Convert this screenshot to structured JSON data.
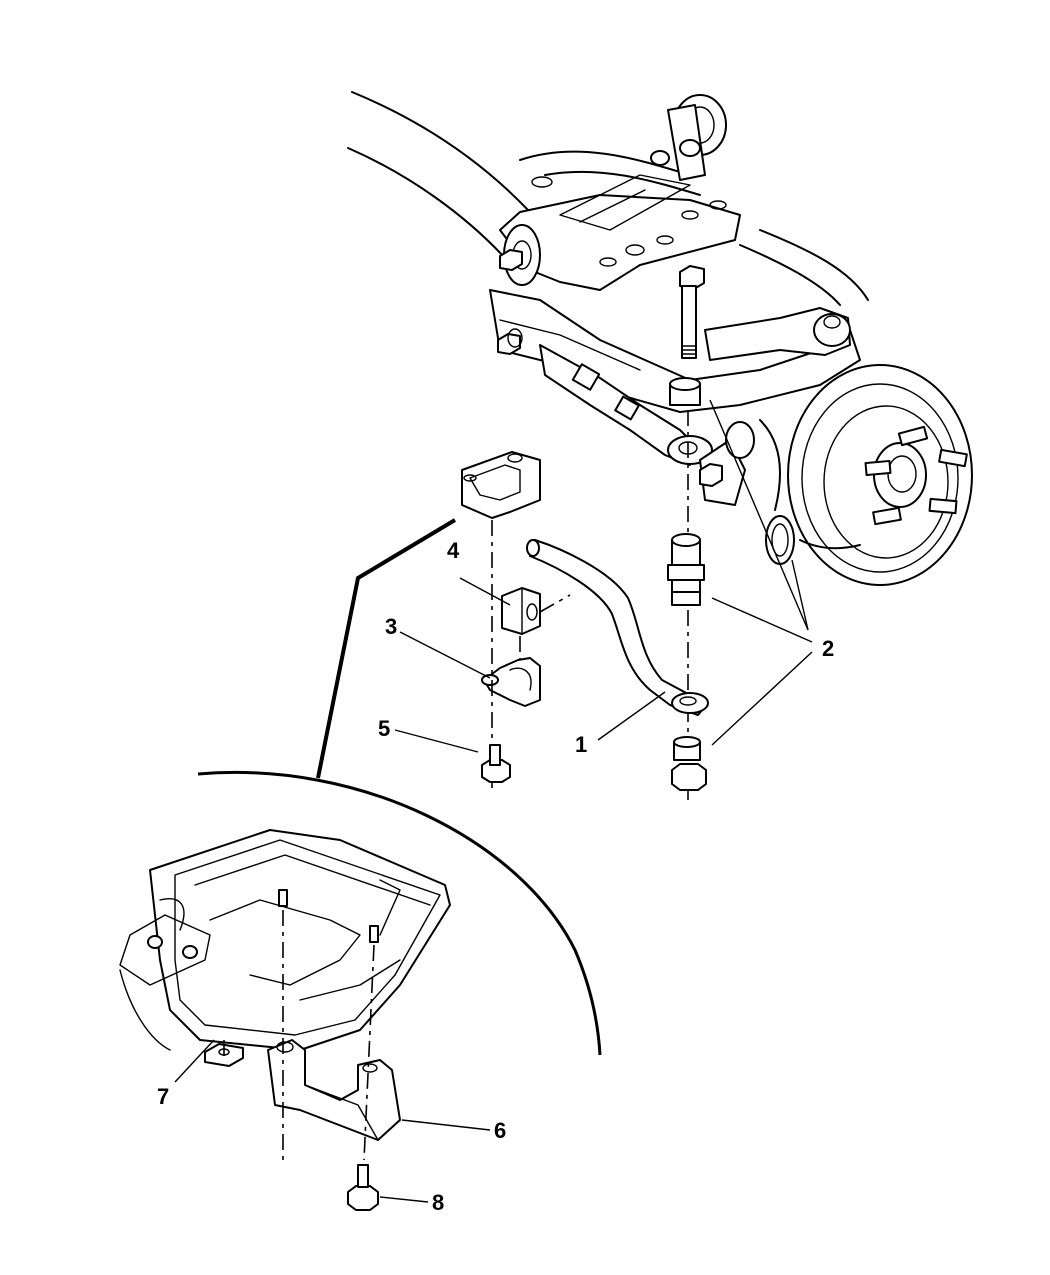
{
  "callouts": {
    "c1": "1",
    "c2": "2",
    "c3": "3",
    "c4": "4",
    "c5": "5",
    "c6": "6",
    "c7": "7",
    "c8": "8"
  },
  "icons": {
    "suspension": "front-suspension-assembly-illustration",
    "detail": "skid-plate-detail-illustration"
  }
}
